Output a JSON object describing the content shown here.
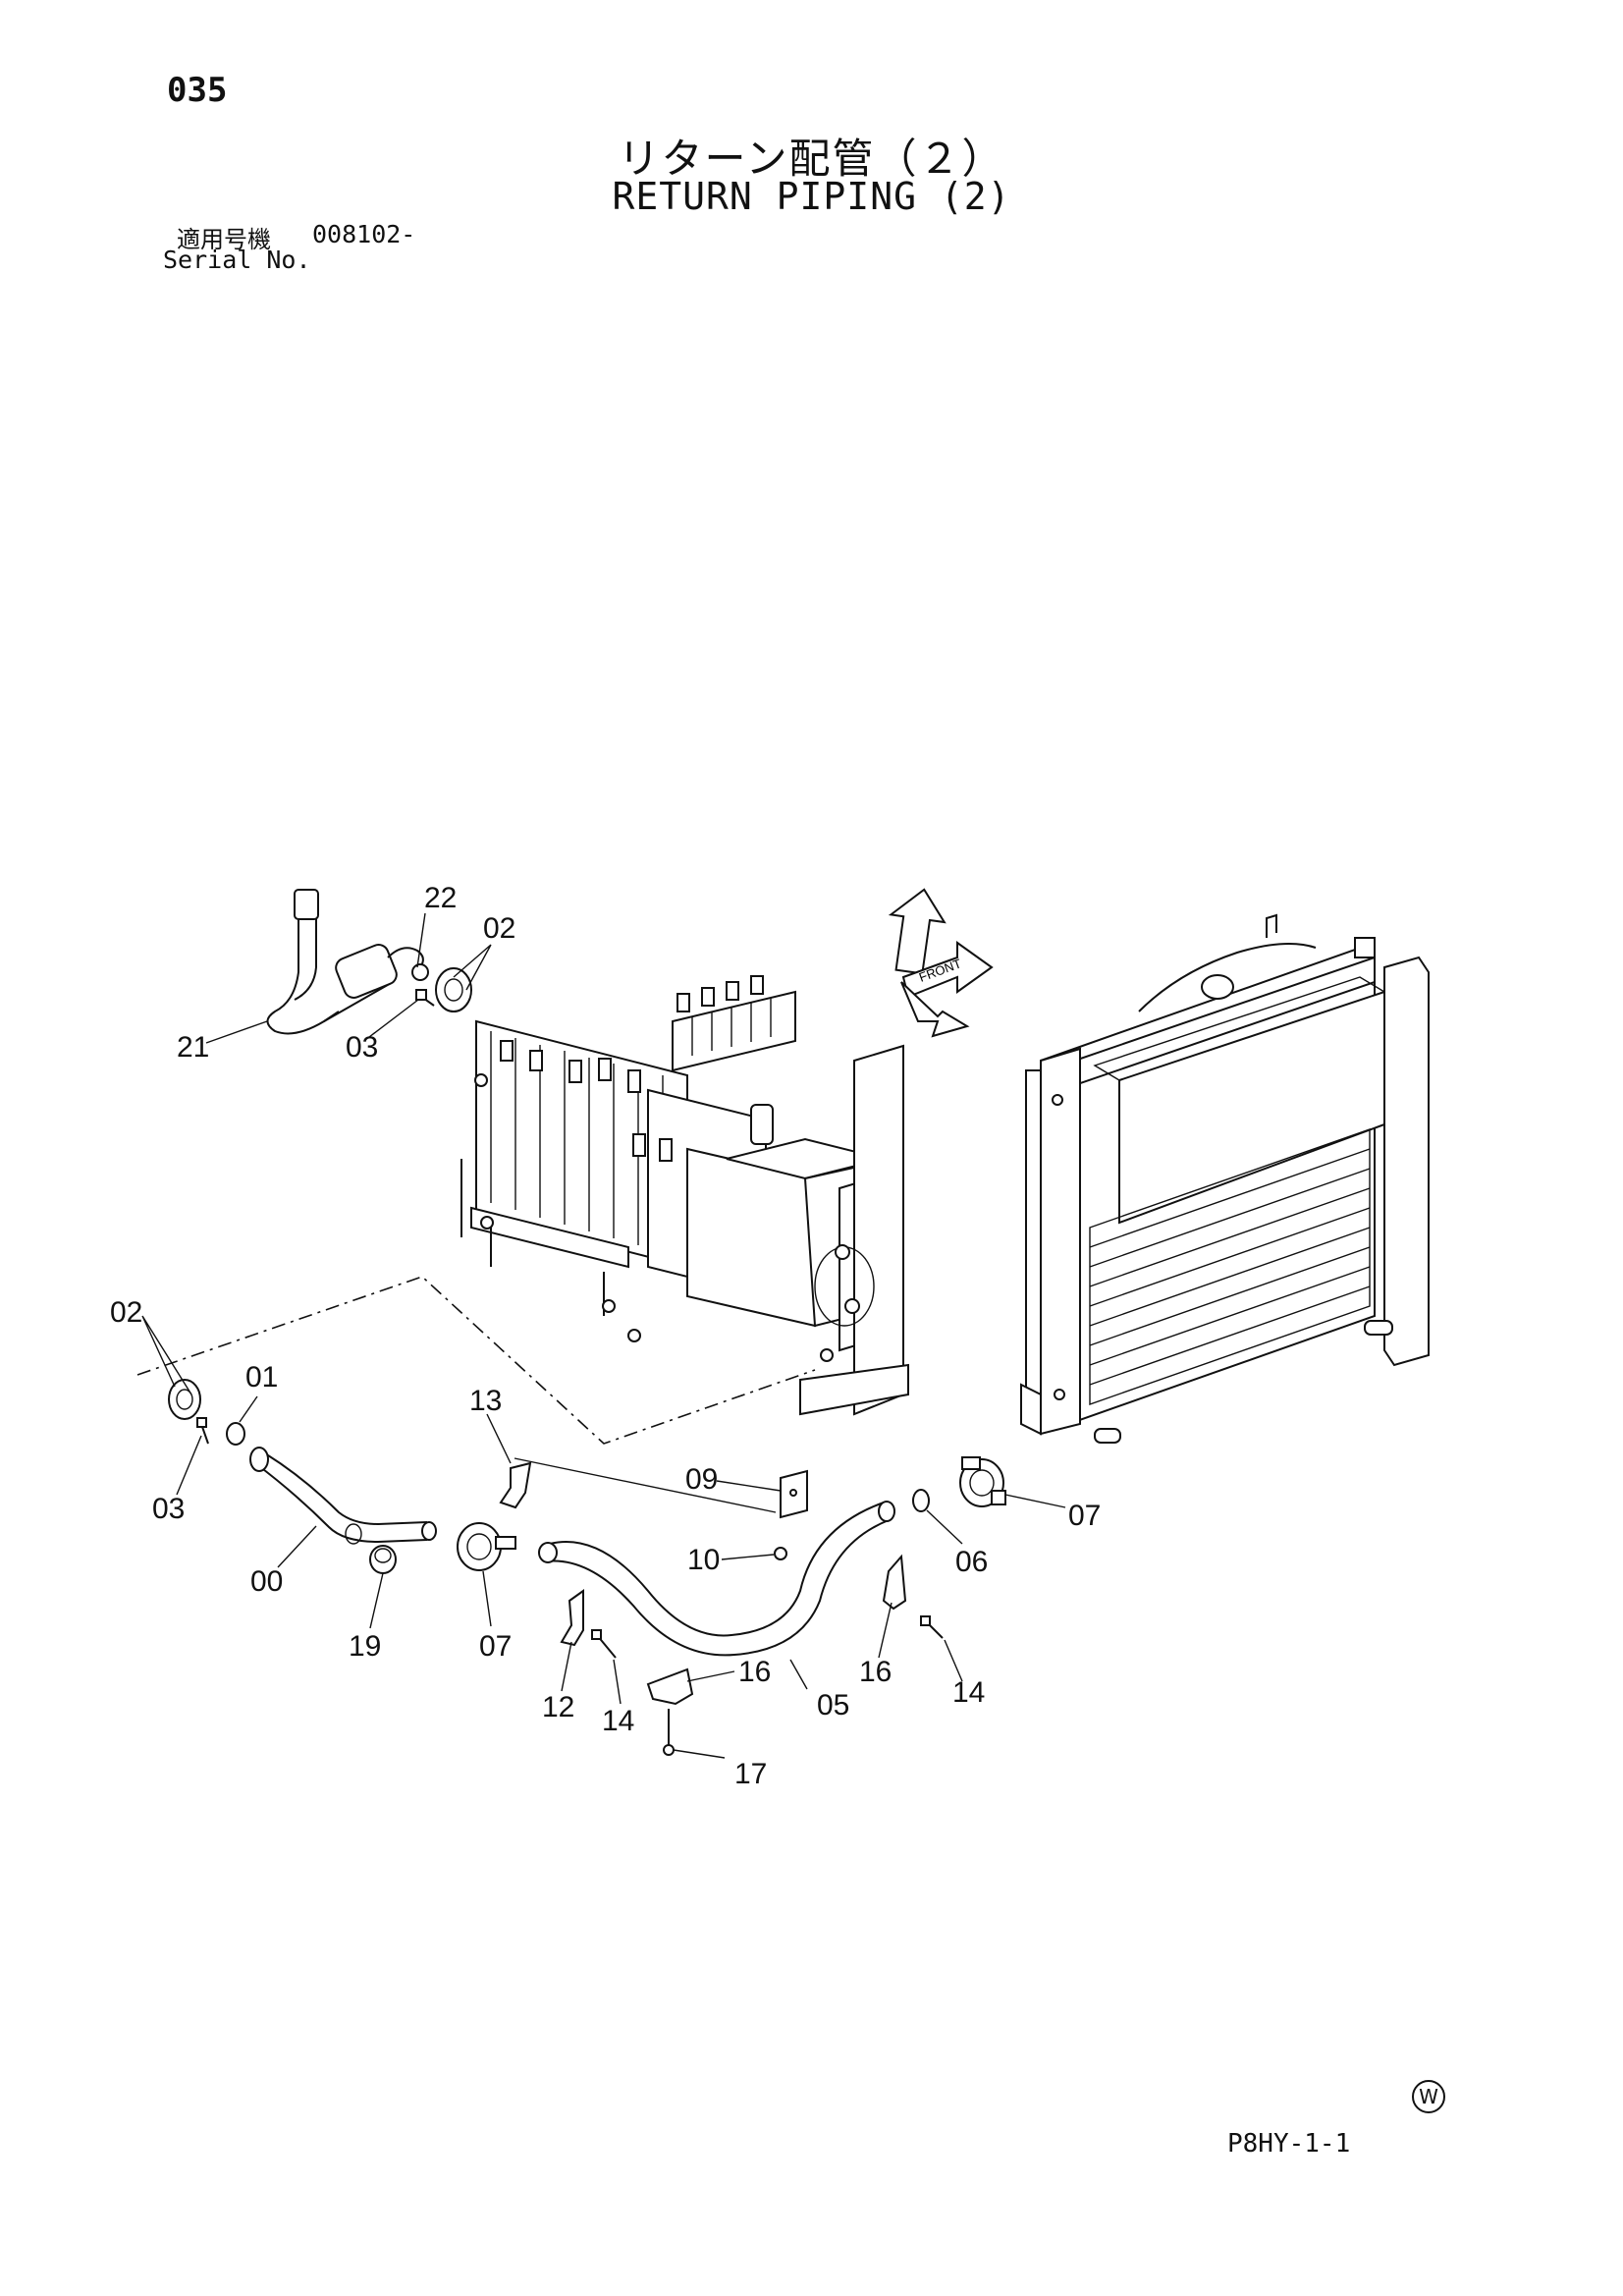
{
  "header": {
    "page_number": "035",
    "title_jp": "リターン配管（２）",
    "title_en": "RETURN PIPING (2)",
    "serial_label_jp": "適用号機",
    "serial_value": "008102-",
    "serial_label_en": "Serial No."
  },
  "footer": {
    "drawing_code": "P8HY-1-1",
    "company_mark": "W"
  },
  "diagram": {
    "front_arrow_text": "FRONT",
    "callouts": [
      {
        "id": "c-22a",
        "label": "22"
      },
      {
        "id": "c-02a",
        "label": "02"
      },
      {
        "id": "c-21",
        "label": "21"
      },
      {
        "id": "c-03a",
        "label": "03"
      },
      {
        "id": "c-02b",
        "label": "02"
      },
      {
        "id": "c-01",
        "label": "01"
      },
      {
        "id": "c-03b",
        "label": "03"
      },
      {
        "id": "c-00",
        "label": "00"
      },
      {
        "id": "c-19",
        "label": "19"
      },
      {
        "id": "c-13",
        "label": "13"
      },
      {
        "id": "c-07a",
        "label": "07"
      },
      {
        "id": "c-12",
        "label": "12"
      },
      {
        "id": "c-14a",
        "label": "14"
      },
      {
        "id": "c-16a",
        "label": "16"
      },
      {
        "id": "c-05",
        "label": "05"
      },
      {
        "id": "c-17",
        "label": "17"
      },
      {
        "id": "c-09",
        "label": "09"
      },
      {
        "id": "c-10",
        "label": "10"
      },
      {
        "id": "c-06",
        "label": "06"
      },
      {
        "id": "c-07b",
        "label": "07"
      },
      {
        "id": "c-16b",
        "label": "16"
      },
      {
        "id": "c-14b",
        "label": "14"
      }
    ]
  }
}
